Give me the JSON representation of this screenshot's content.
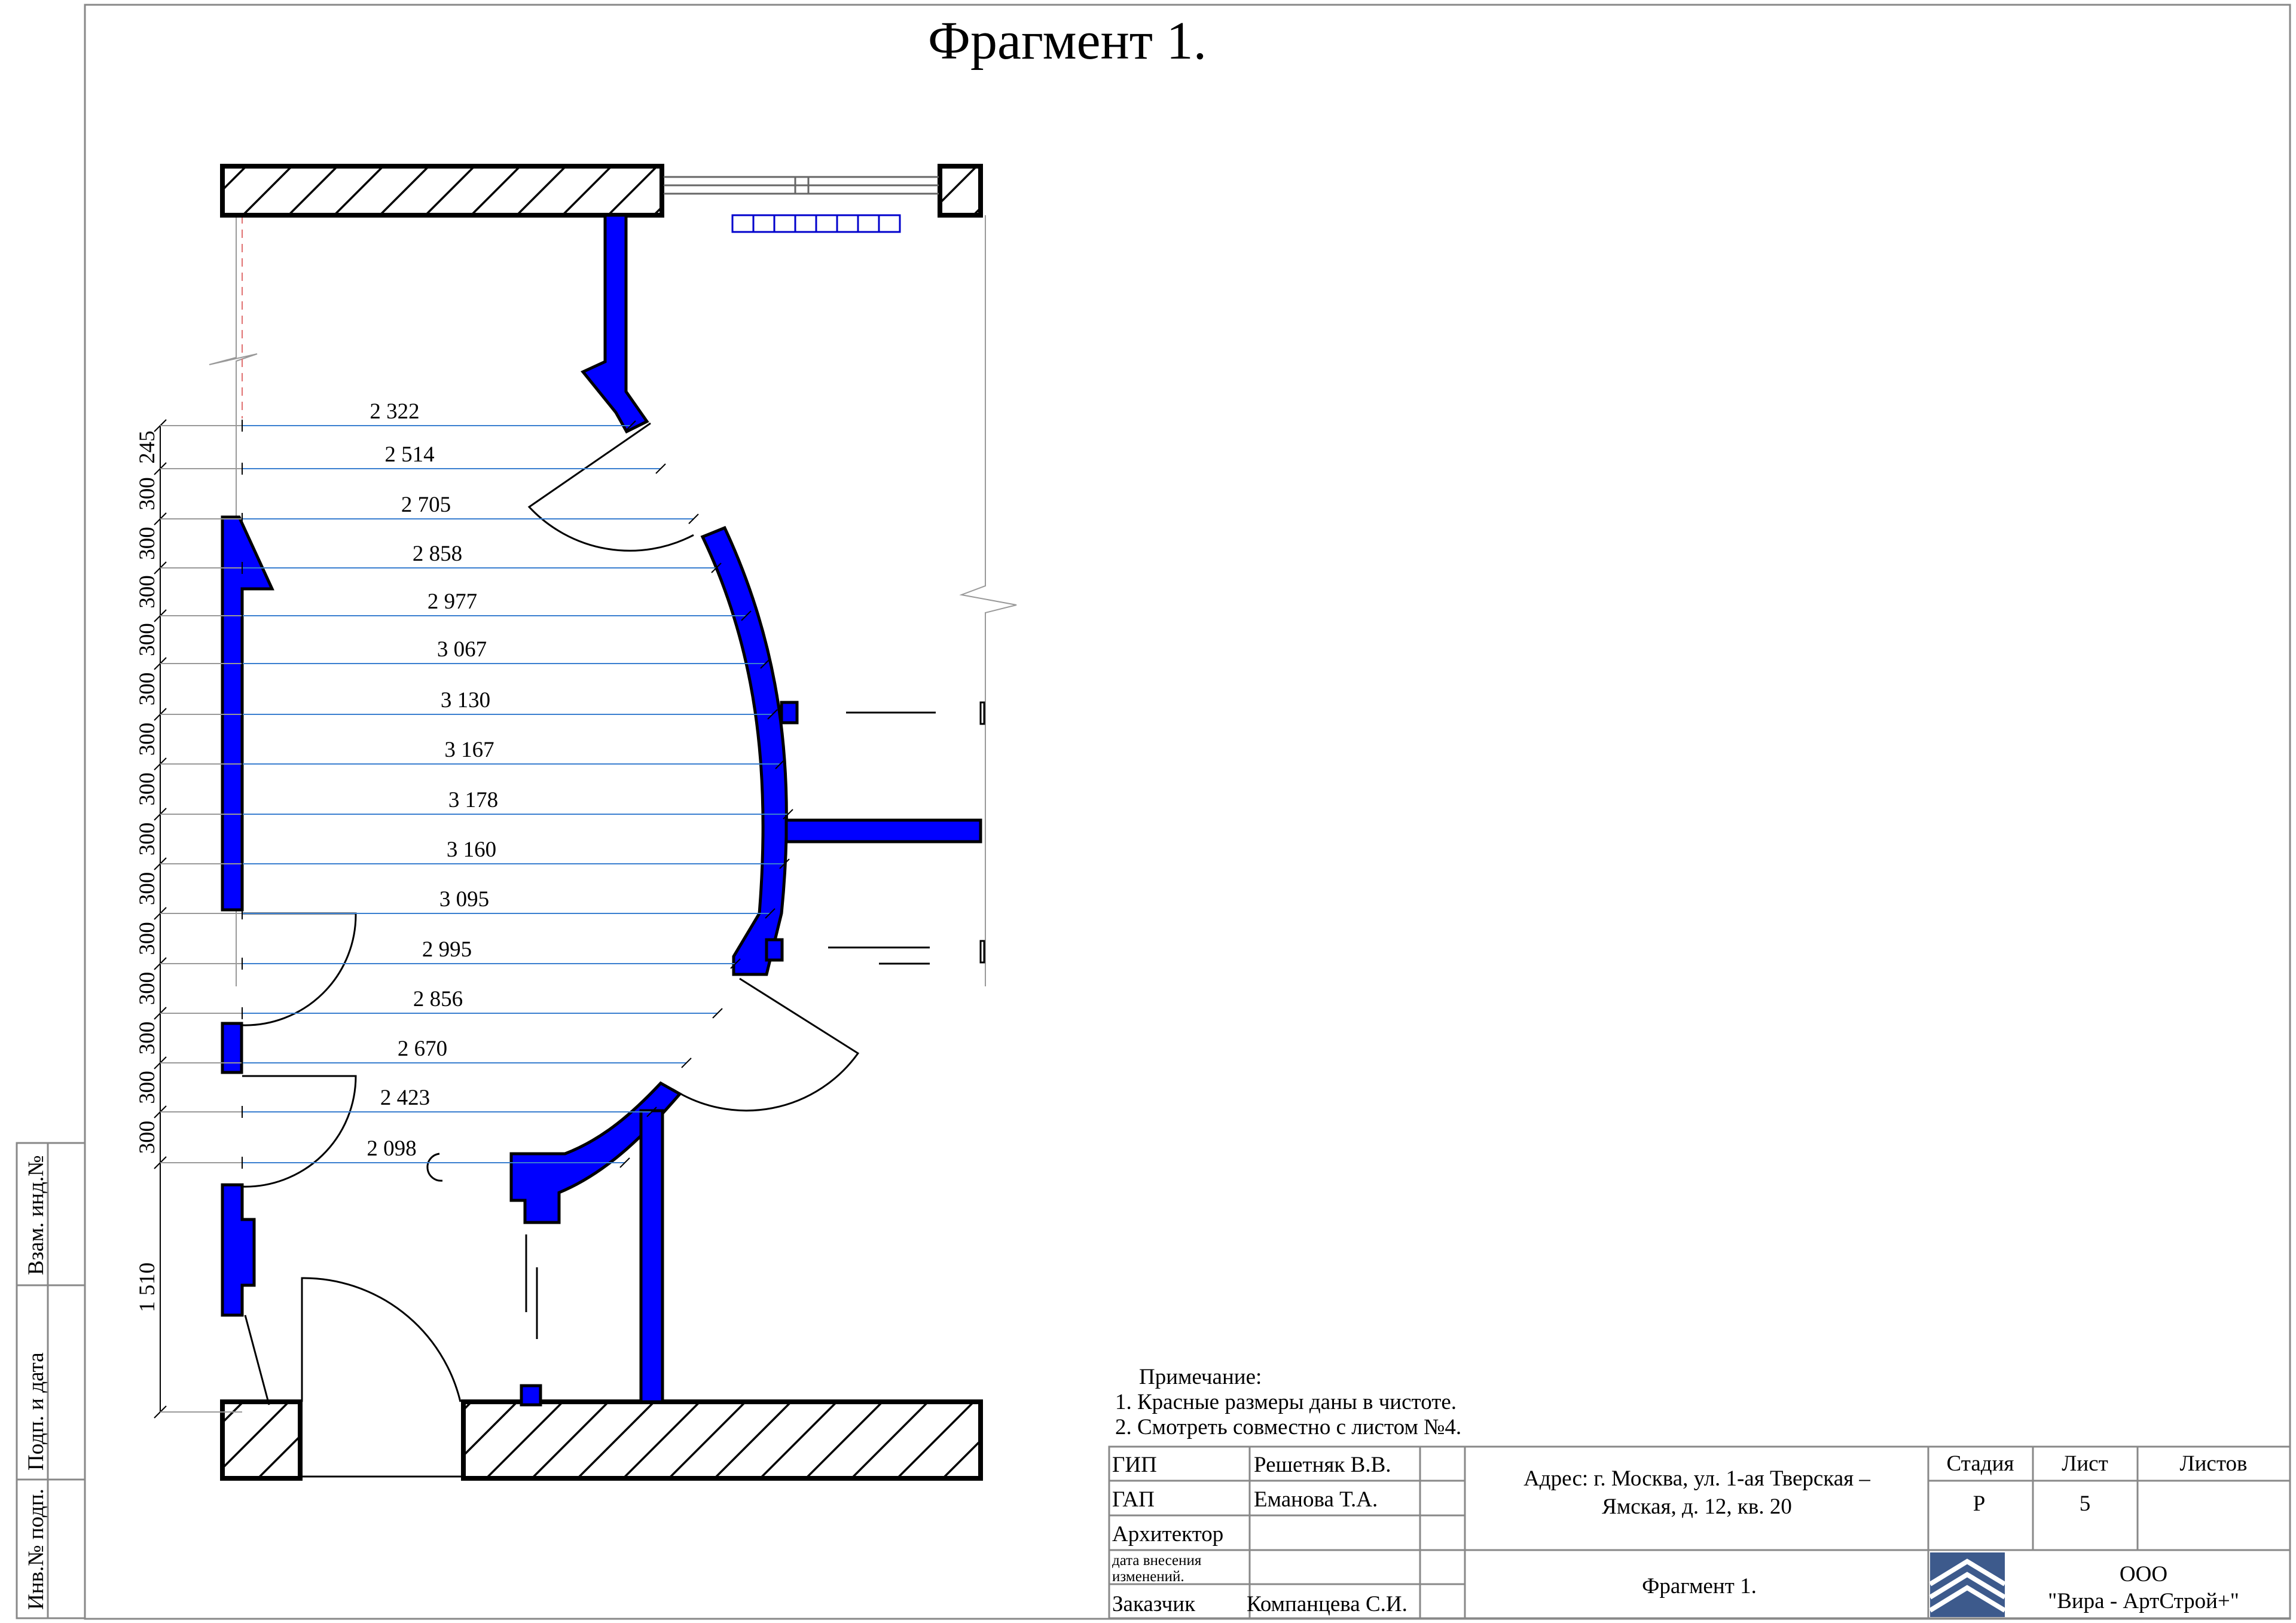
{
  "title": "Фрагмент 1.",
  "colors": {
    "wall": "#0000ff",
    "ink": "#000000",
    "dim_line": "#3a7fd0",
    "frame": "#888888"
  },
  "dimensions": {
    "horizontal": [
      "2 322",
      "2 514",
      "2 705",
      "2 858",
      "2 977",
      "3 067",
      "3 130",
      "3 167",
      "3 178",
      "3 160",
      "3 095",
      "2 995",
      "2 856",
      "2 670",
      "2 423",
      "2 098"
    ],
    "vertical": [
      "245",
      "300",
      "300",
      "300",
      "300",
      "300",
      "300",
      "300",
      "300",
      "300",
      "300",
      "300",
      "300",
      "300",
      "300",
      "1 510"
    ]
  },
  "notes": {
    "heading": "Примечание:",
    "line1": "1. Красные размеры даны в чистоте.",
    "line2": "2. Смотреть совместно с листом №4."
  },
  "side_stamp": {
    "vzam": "Взам. инд.№",
    "podp": "Подп. и дата",
    "inv": "Инв.№ подп."
  },
  "title_block": {
    "rows": [
      {
        "role": "ГИП",
        "name": "Решетняк В.В."
      },
      {
        "role": "ГАП",
        "name": "Еманова Т.А."
      },
      {
        "role": "Архитектор",
        "name": ""
      }
    ],
    "change_date_line1": "дата внесения",
    "change_date_line2": "изменений.",
    "customer_label": "Заказчик",
    "customer_name": "Компанцева С.И.",
    "address_line1": "Адрес: г. Москва, ул. 1-ая Тверская –",
    "address_line2": "Ямская, д. 12, кв. 20",
    "sheet_name": "Фрагмент 1.",
    "stage_label": "Стадия",
    "stage_value": "Р",
    "sheet_label": "Лист",
    "sheet_value": "5",
    "sheets_label": "Листов",
    "sheets_value": "",
    "org_line1": "ООО",
    "org_line2": "\"Вира - АртСтрой+\""
  }
}
